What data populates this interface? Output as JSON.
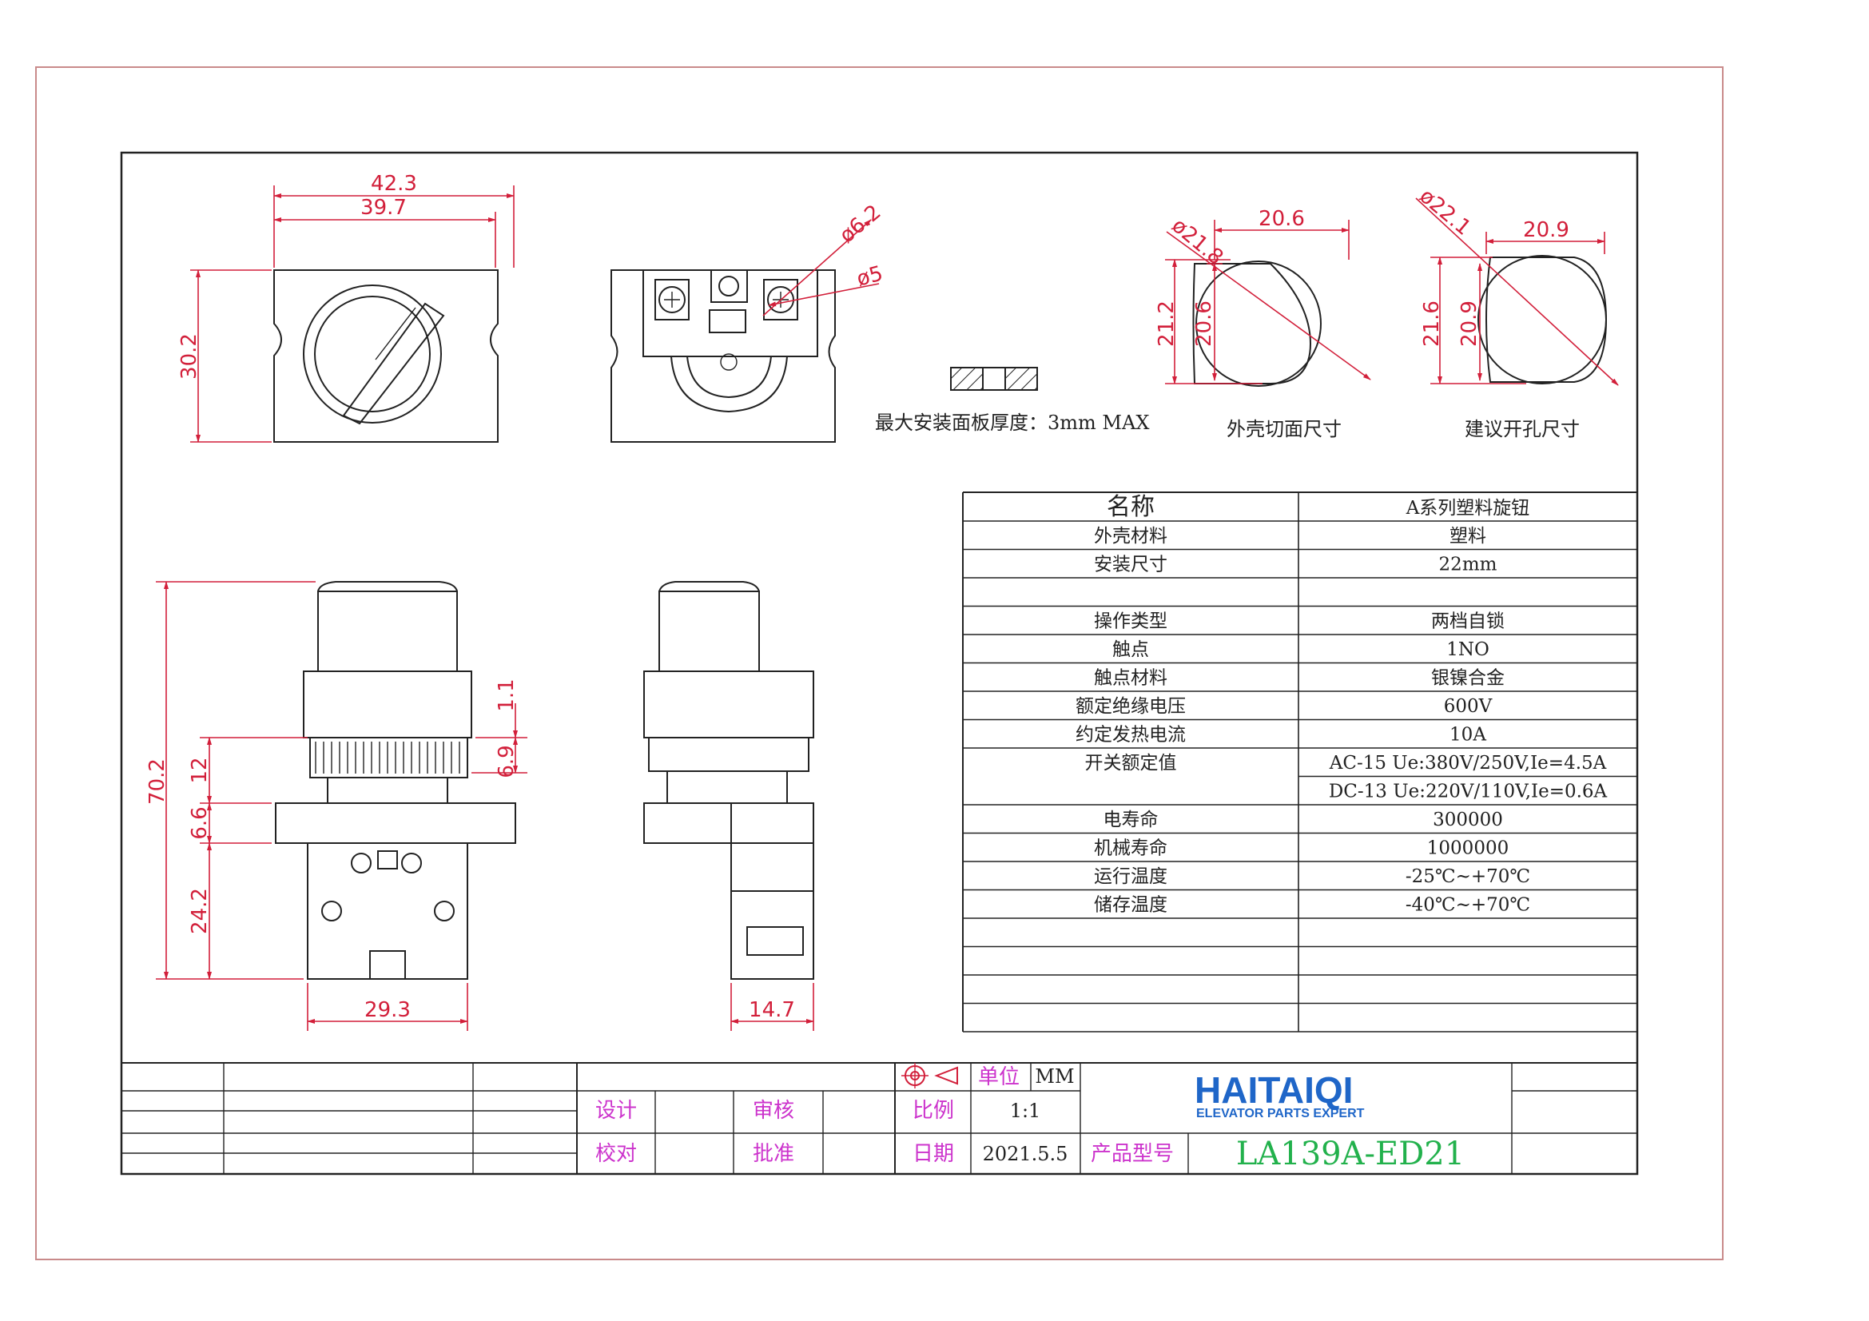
{
  "dimensions": {
    "front_outer_width": "42.3",
    "front_inner_width": "39.7",
    "front_height": "30.2",
    "screw_dia_outer": "ø6.2",
    "screw_dia_inner": "ø5",
    "shell_width": "20.6",
    "shell_dia": "ø21.8",
    "shell_height_outer": "21.2",
    "shell_height_inner": "20.6",
    "hole_width": "20.9",
    "hole_dia": "ø22.1",
    "hole_height_outer": "21.6",
    "hole_height_inner": "20.9",
    "side_total_height": "70.2",
    "side_dim_12": "12",
    "side_dim_6_6": "6.6",
    "side_dim_24_2": "24.2",
    "side_dim_1_1": "1.1",
    "side_dim_6_9": "6.9",
    "side_width": "29.3",
    "side2_width": "14.7"
  },
  "notes": {
    "panel_thickness": "最大安装面板厚度：3mm MAX",
    "shell_cut": "外壳切面尺寸",
    "hole_size": "建议开孔尺寸"
  },
  "spec_table": {
    "header": [
      "名称",
      "A系列塑料旋钮"
    ],
    "rows": [
      [
        "外壳材料",
        "塑料"
      ],
      [
        "安装尺寸",
        "22mm"
      ],
      [
        "",
        ""
      ],
      [
        "操作类型",
        "两档自锁"
      ],
      [
        "触点",
        "1NO"
      ],
      [
        "触点材料",
        "银镍合金"
      ],
      [
        "额定绝缘电压",
        "600V"
      ],
      [
        "约定发热电流",
        "10A"
      ],
      [
        "开关额定值",
        "AC-15 Ue:380V/250V,Ie=4.5A"
      ],
      [
        "",
        "DC-13 Ue:220V/110V,Ie=0.6A"
      ],
      [
        "电寿命",
        "300000"
      ],
      [
        "机械寿命",
        "1000000"
      ],
      [
        "运行温度",
        "-25℃~+70℃"
      ],
      [
        "储存温度",
        "-40℃~+70℃"
      ],
      [
        "",
        ""
      ],
      [
        "",
        ""
      ],
      [
        "",
        ""
      ],
      [
        "",
        ""
      ]
    ]
  },
  "title_block": {
    "unit_label": "单位",
    "unit_value": "MM",
    "scale_label": "比例",
    "scale_value": "1:1",
    "date_label": "日期",
    "date_value": "2021.5.5",
    "design_label": "设计",
    "review_label": "审核",
    "check_label": "校对",
    "approve_label": "批准",
    "model_label": "产品型号",
    "model_value": "LA139A-ED21",
    "logo_name": "HAITAIQI",
    "logo_tagline": "ELEVATOR PARTS EXPERT"
  },
  "colors": {
    "dimension": "#d21f3a",
    "label_magenta": "#cc33cc",
    "model_green": "#22b14c",
    "logo_blue": "#1f66c8",
    "outer_frame": "#c98a8a"
  },
  "icons": [
    "projection-symbol-icon"
  ]
}
